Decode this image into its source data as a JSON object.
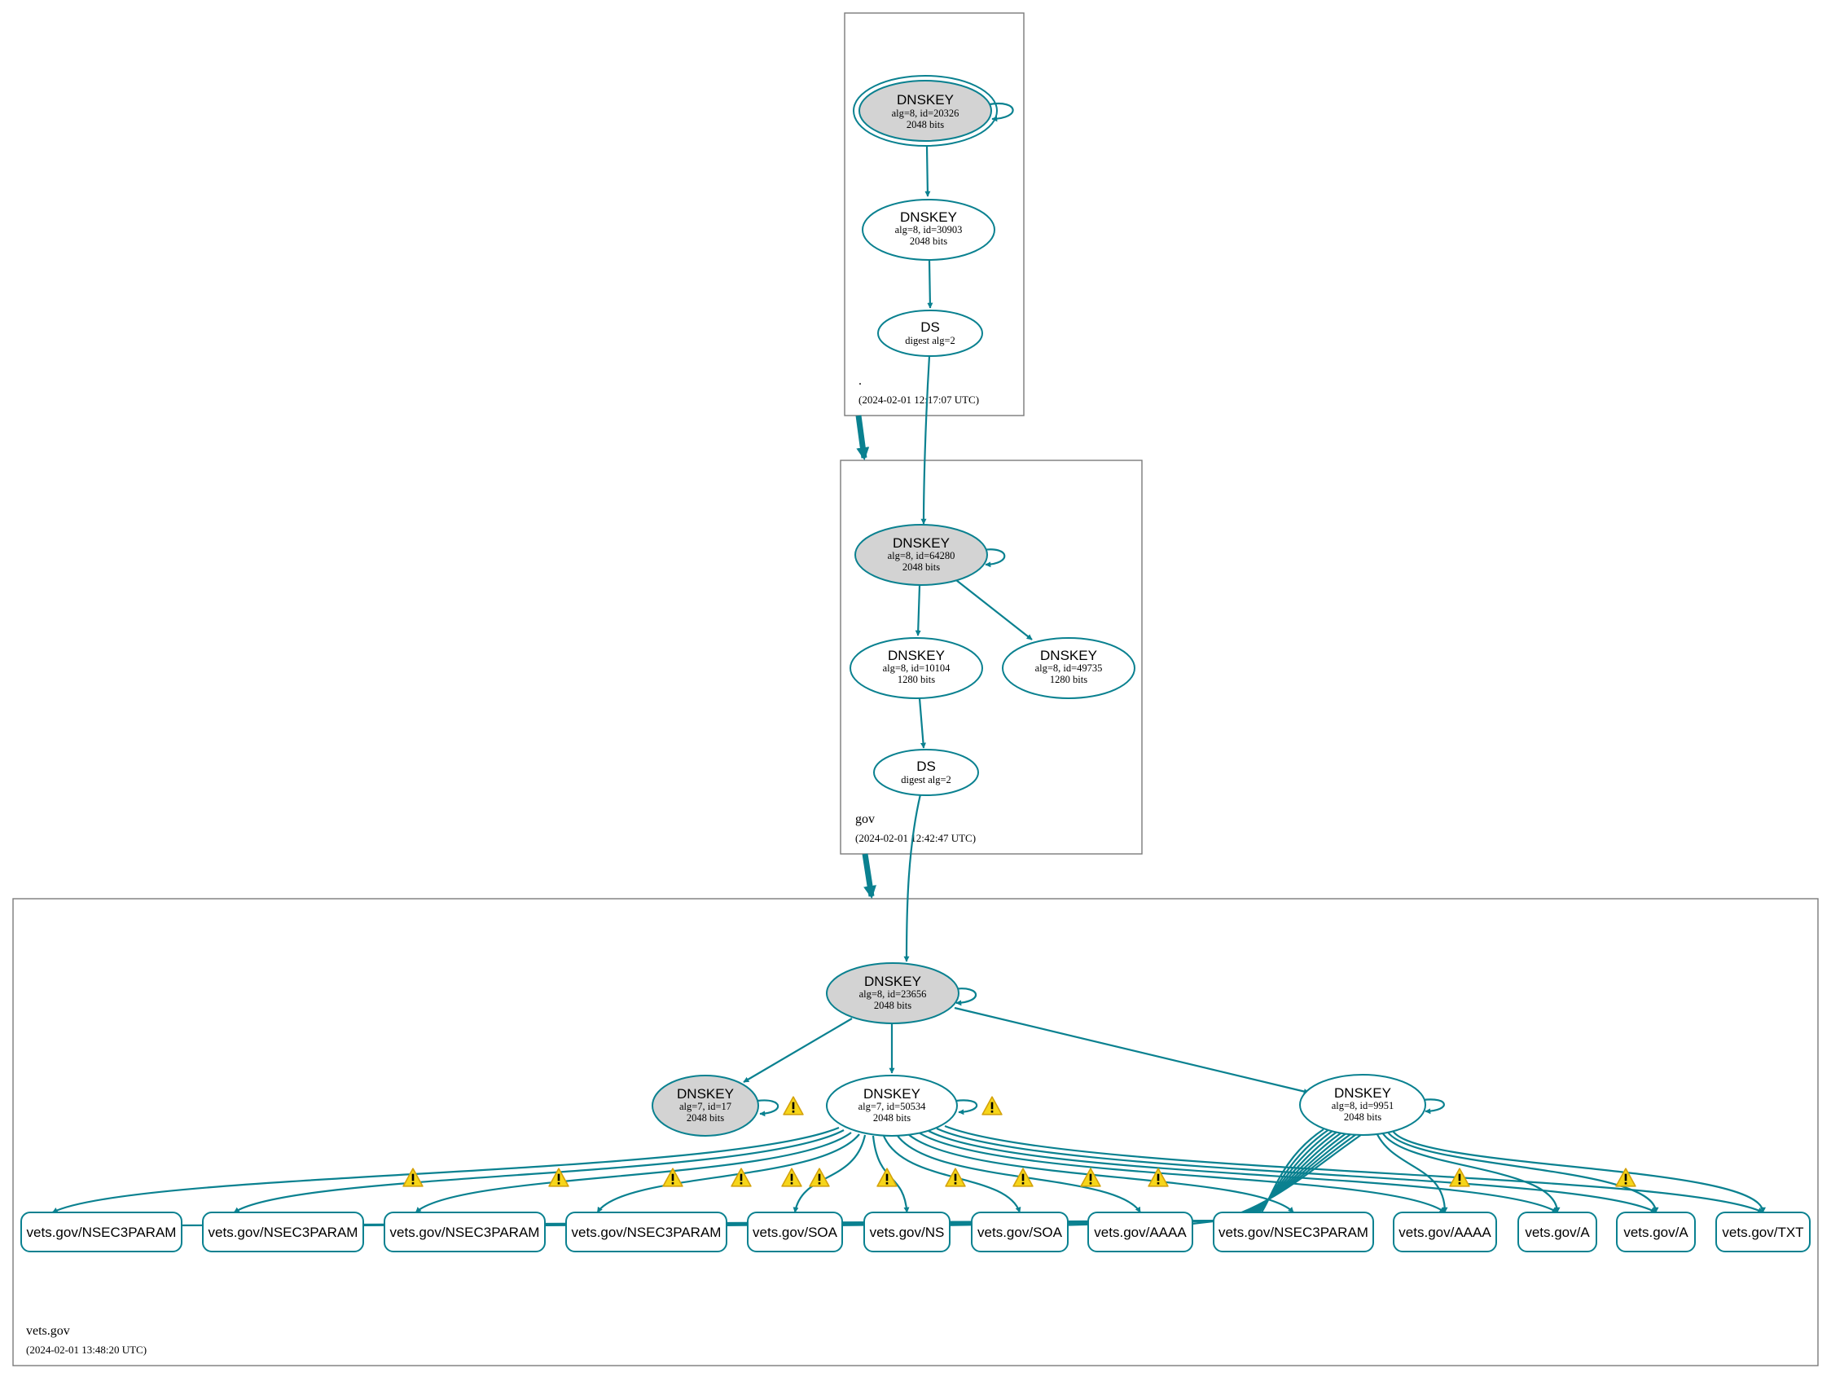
{
  "colors": {
    "edge": "#0a8190",
    "ksk_fill": "#d3d3d3",
    "warning_fill": "#f6d51a",
    "zone_border": "#7a7a7a"
  },
  "zones": {
    "root": {
      "name": ".",
      "timestamp": "(2024-02-01 12:17:07 UTC)"
    },
    "gov": {
      "name": "gov",
      "timestamp": "(2024-02-01 12:42:47 UTC)"
    },
    "vets": {
      "name": "vets.gov",
      "timestamp": "(2024-02-01 13:48:20 UTC)"
    }
  },
  "nodes": {
    "root_ksk": {
      "title": "DNSKEY",
      "line1": "alg=8, id=20326",
      "line2": "2048 bits"
    },
    "root_zsk": {
      "title": "DNSKEY",
      "line1": "alg=8, id=30903",
      "line2": "2048 bits"
    },
    "root_ds": {
      "title": "DS",
      "line1": "digest alg=2"
    },
    "gov_ksk": {
      "title": "DNSKEY",
      "line1": "alg=8, id=64280",
      "line2": "2048 bits"
    },
    "gov_zsk1": {
      "title": "DNSKEY",
      "line1": "alg=8, id=10104",
      "line2": "1280 bits"
    },
    "gov_zsk2": {
      "title": "DNSKEY",
      "line1": "alg=8, id=49735",
      "line2": "1280 bits"
    },
    "gov_ds": {
      "title": "DS",
      "line1": "digest alg=2"
    },
    "vets_ksk": {
      "title": "DNSKEY",
      "line1": "alg=8, id=23656",
      "line2": "2048 bits"
    },
    "vets_k17": {
      "title": "DNSKEY",
      "line1": "alg=7, id=17",
      "line2": "2048 bits"
    },
    "vets_k50534": {
      "title": "DNSKEY",
      "line1": "alg=7, id=50534",
      "line2": "2048 bits"
    },
    "vets_k9951": {
      "title": "DNSKEY",
      "line1": "alg=8, id=9951",
      "line2": "2048 bits"
    }
  },
  "records": [
    "vets.gov/NSEC3PARAM",
    "vets.gov/NSEC3PARAM",
    "vets.gov/NSEC3PARAM",
    "vets.gov/NSEC3PARAM",
    "vets.gov/SOA",
    "vets.gov/NS",
    "vets.gov/SOA",
    "vets.gov/AAAA",
    "vets.gov/NSEC3PARAM",
    "vets.gov/AAAA",
    "vets.gov/A",
    "vets.gov/A",
    "vets.gov/TXT"
  ],
  "warning_icon": "warning-triangle-icon"
}
